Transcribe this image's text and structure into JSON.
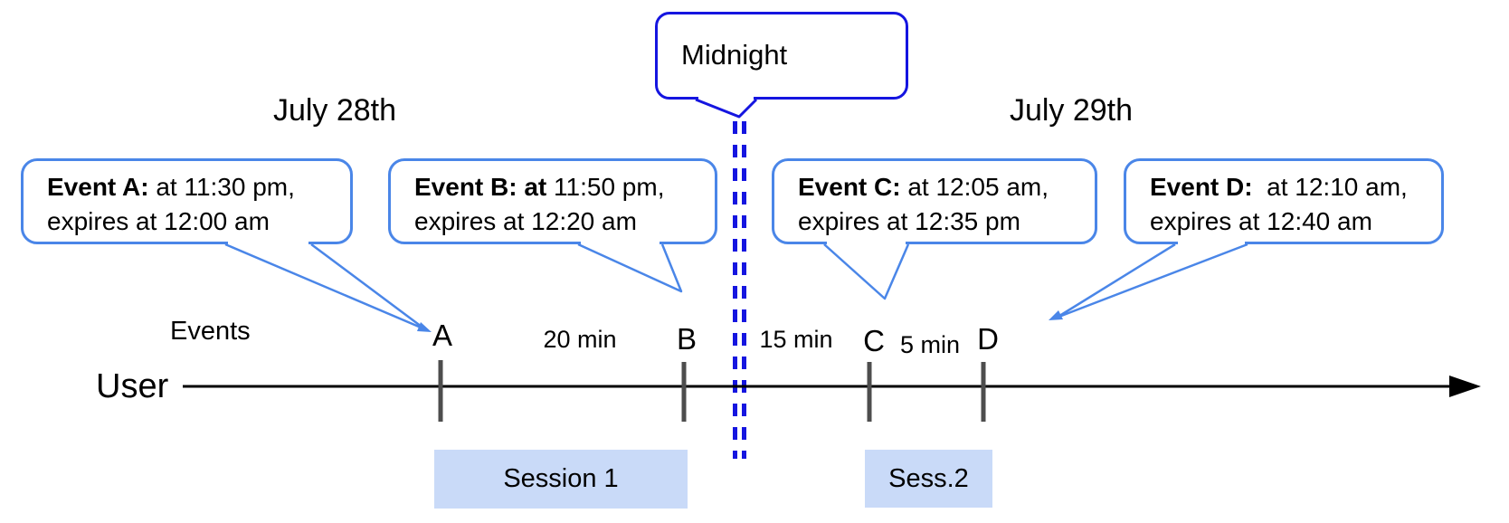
{
  "dates": {
    "left": "July 28th",
    "right": "July 29th"
  },
  "midnight": {
    "label": "Midnight"
  },
  "events": [
    {
      "id": "A",
      "bold": "Event A:",
      "rest": " at 11:30 pm,",
      "line2": "expires at 12:00 am"
    },
    {
      "id": "B",
      "bold": "Event B: at",
      "rest": " 11:50 pm,",
      "line2": "expires at 12:20 am"
    },
    {
      "id": "C",
      "bold": "Event C:",
      "rest": " at 12:05 am,",
      "line2": "expires at 12:35 pm"
    },
    {
      "id": "D",
      "bold": "Event D:",
      "rest": "  at 12:10 am,",
      "line2": "expires at 12:40 am"
    }
  ],
  "timeline": {
    "axis_label": "User",
    "events_label": "Events",
    "markers": [
      "A",
      "B",
      "C",
      "D"
    ],
    "intervals": [
      {
        "label": "20 min",
        "between": "A-B"
      },
      {
        "label": "15 min",
        "between": "B-midnight"
      },
      {
        "label": "5 min",
        "between": "C-D"
      }
    ]
  },
  "sessions": [
    {
      "label": "Session 1"
    },
    {
      "label": "Sess.2"
    }
  ],
  "colors": {
    "callout_border": "#4a86e8",
    "midnight_blue": "#1515e0",
    "session_fill": "#c9daf8",
    "tick_gray": "#4d4d4d",
    "axis_black": "#000000"
  }
}
